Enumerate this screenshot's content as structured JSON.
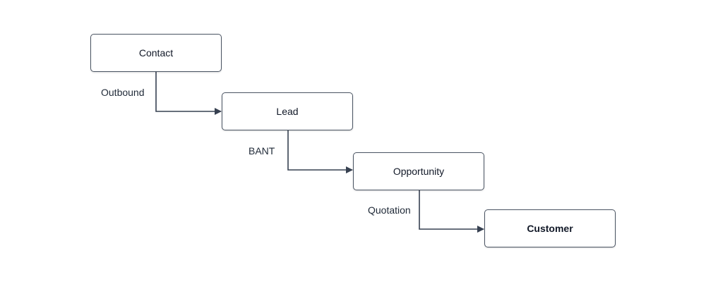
{
  "diagram": {
    "nodes": {
      "contact": "Contact",
      "lead": "Lead",
      "opportunity": "Opportunity",
      "customer": "Customer"
    },
    "edges": {
      "outbound": "Outbound",
      "bant": "BANT",
      "quotation": "Quotation"
    },
    "colors": {
      "stroke": "#374151",
      "node_border": "#4b5563",
      "text": "#111827"
    }
  }
}
